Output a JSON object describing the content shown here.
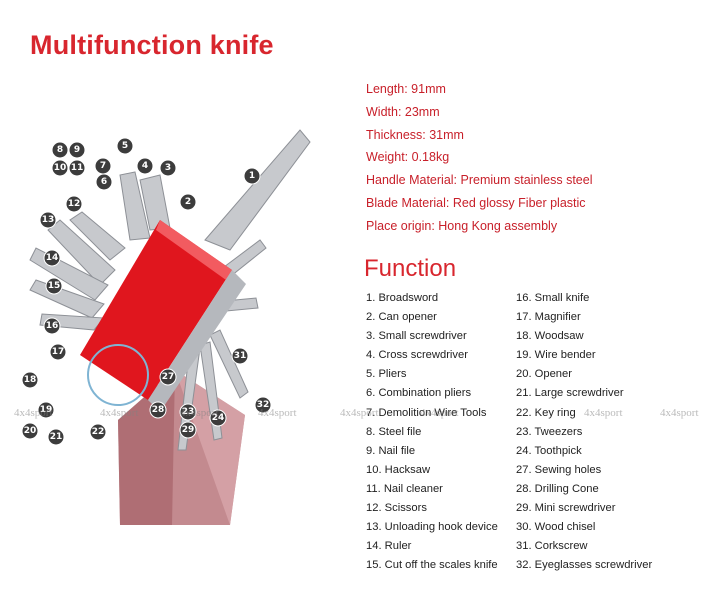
{
  "title": "Multifunction knife",
  "specs": [
    "Length: 91mm",
    "Width: 23mm",
    "Thickness: 31mm",
    "Weight: 0.18kg",
    "Handle Material: Premium stainless steel",
    "Blade Material: Red glossy Fiber plastic",
    "Place origin: Hong Kong assembly"
  ],
  "function_heading": "Function",
  "functions_col1": [
    "1. Broadsword",
    "2. Can opener",
    "3. Small screwdriver",
    "4. Cross screwdriver",
    "5. Pliers",
    "6. Combination pliers",
    "7. Demolition Wire Tools",
    "8. Steel file",
    "9. Nail file",
    "10. Hacksaw",
    "11. Nail cleaner",
    "12. Scissors",
    "13. Unloading hook device",
    "14. Ruler",
    "15. Cut off the scales knife"
  ],
  "functions_col2": [
    "16. Small knife",
    "17. Magnifier",
    "18. Woodsaw",
    "19. Wire bender",
    "20. Opener",
    "21. Large screwdriver",
    "22. Key ring",
    "23. Tweezers",
    "24. Toothpick",
    "27. Sewing holes",
    "28. Drilling Cone",
    "29. Mini screwdriver",
    "30. Wood chisel",
    "31. Corkscrew",
    "32. Eyeglasses screwdriver"
  ],
  "watermark": [
    "4x4sport",
    "4x4sport",
    "4x4sport",
    "4x4sport",
    "4x4sport",
    "4x4sport",
    "4x4sport",
    "4x4sport"
  ],
  "callouts": [
    "1",
    "2",
    "3",
    "4",
    "5",
    "6",
    "7",
    "8",
    "9",
    "10",
    "11",
    "12",
    "13",
    "14",
    "15",
    "16",
    "17",
    "18",
    "19",
    "20",
    "21",
    "22",
    "23",
    "24",
    "27",
    "28",
    "29",
    "31",
    "32"
  ],
  "colors": {
    "accent": "#d8262e",
    "handle": "#e0161e",
    "stand": "#c9888d"
  }
}
